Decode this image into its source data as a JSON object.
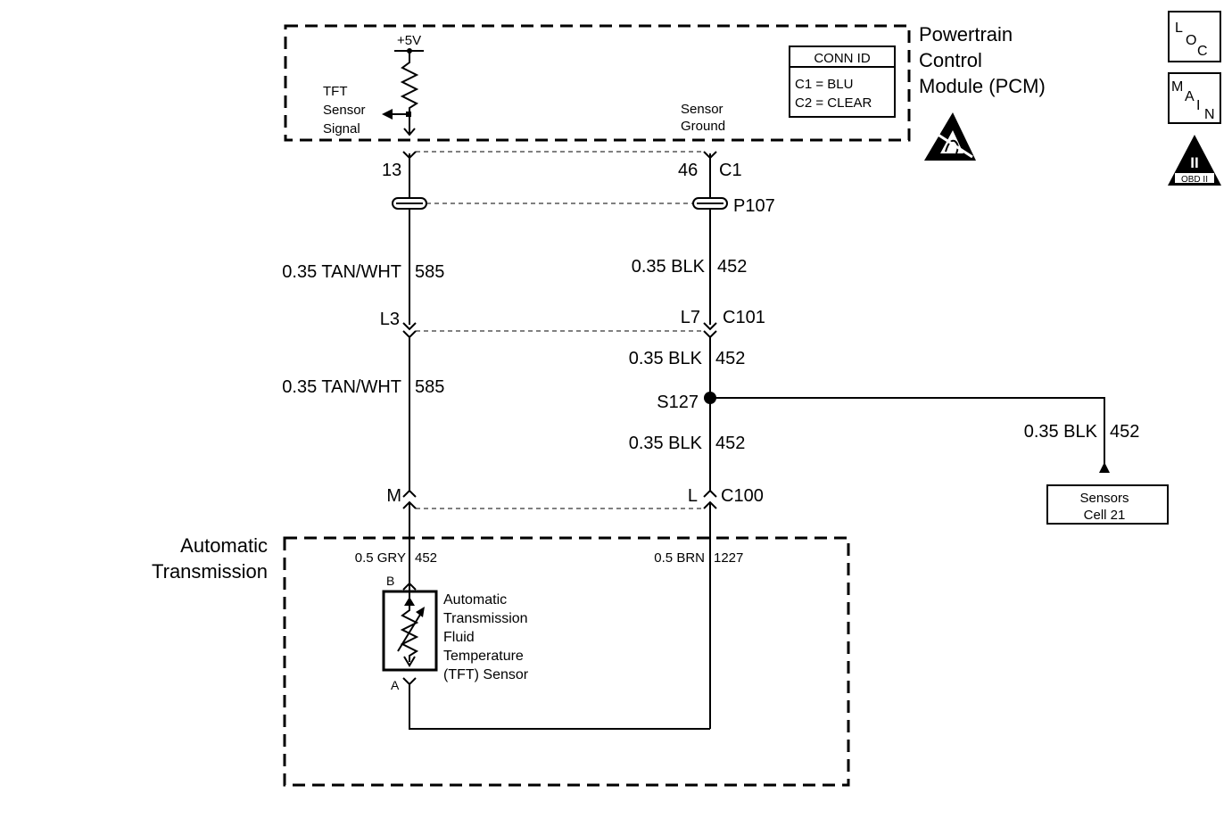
{
  "pcm": {
    "title_lines": [
      "Powertrain",
      "Control",
      "Module (PCM)"
    ],
    "supply": "+5V",
    "tft_signal_lines": [
      "TFT",
      "Sensor",
      "Signal"
    ],
    "sensor_ground_lines": [
      "Sensor",
      "Ground"
    ],
    "conn_id": {
      "header": "CONN ID",
      "rows": [
        "C1 = BLU",
        "C2 = CLEAR"
      ]
    }
  },
  "icons": {
    "loc_letters": [
      "L",
      "O",
      "C"
    ],
    "main_letters": [
      "M",
      "A",
      "I",
      "N"
    ],
    "obd_roman": "II",
    "obd_text": "OBD II"
  },
  "connectors": {
    "pin_13": "13",
    "pin_46": "46",
    "c1": "C1",
    "p107": "P107",
    "l3": "L3",
    "l7": "L7",
    "c101": "C101",
    "m": "M",
    "l": "L",
    "c100": "C100",
    "b": "B",
    "a": "A"
  },
  "wires": {
    "left_1": {
      "gauge_color": "0.35 TAN/WHT",
      "circuit": "585"
    },
    "left_2": {
      "gauge_color": "0.35 TAN/WHT",
      "circuit": "585"
    },
    "right_1": {
      "gauge_color": "0.35 BLK",
      "circuit": "452"
    },
    "right_2": {
      "gauge_color": "0.35 BLK",
      "circuit": "452"
    },
    "right_3": {
      "gauge_color": "0.35 BLK",
      "circuit": "452"
    },
    "branch": {
      "gauge_color": "0.35 BLK",
      "circuit": "452"
    },
    "trans_left": {
      "gauge_color": "0.5 GRY",
      "circuit": "452"
    },
    "trans_right": {
      "gauge_color": "0.5 BRN",
      "circuit": "1227"
    }
  },
  "splice": "S127",
  "sensors_ref": [
    "Sensors",
    "Cell 21"
  ],
  "transmission": {
    "title_lines": [
      "Automatic",
      "Transmission"
    ],
    "sensor_lines": [
      "Automatic",
      "Transmission",
      "Fluid",
      "Temperature",
      "(TFT) Sensor"
    ]
  }
}
